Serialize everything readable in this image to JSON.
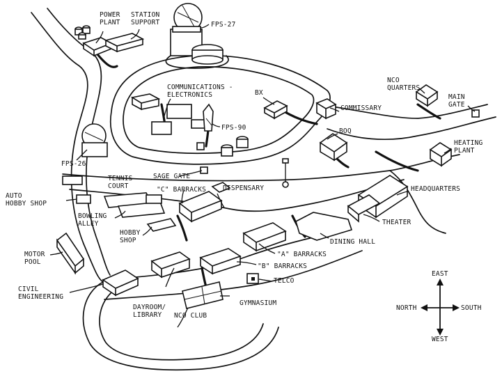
{
  "labels": {
    "power_plant": "POWER\nPLANT",
    "station_support": "STATION\nSUPPORT",
    "fps27": "FPS-27",
    "comm_elec": "COMMUNICATIONS -\nELECTRONICS",
    "bx": "BX",
    "nco_quarters": "NCO\nQUARTERS",
    "main_gate": "MAIN\nGATE",
    "commissary": "COMMISSARY",
    "boq": "BOQ",
    "fps90": "FPS-90",
    "heating_plant": "HEATING\nPLANT",
    "fps26": "FPS-26",
    "tennis_court": "TENNIS\nCOURT",
    "sage_gate": "SAGE GATE",
    "c_barracks": "\"C\" BARRACKS",
    "dispensary": "DISPENSARY",
    "headquarters": "HEADQUARTERS",
    "auto_hobby_shop": "AUTO\nHOBBY SHOP",
    "bowling_alley": "BOWLING\nALLEY",
    "hobby_shop": "HOBBY\nSHOP",
    "theater": "THEATER",
    "dining_hall": "DINING HALL",
    "motor_pool": "MOTOR\nPOOL",
    "a_barracks": "\"A\" BARRACKS",
    "b_barracks": "\"B\" BARRACKS",
    "civil_engineering": "CIVIL\nENGINEERING",
    "telco": "TELCO",
    "gymnasium": "GYMNASIUM",
    "dayroom_library": "DAYROOM/\nLIBRARY",
    "nco_club": "NCO CLUB"
  },
  "compass": {
    "east": "EAST",
    "west": "WEST",
    "north": "NORTH",
    "south": "SOUTH"
  }
}
